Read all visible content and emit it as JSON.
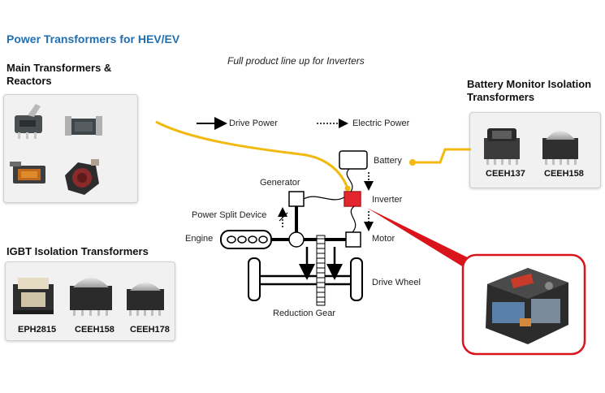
{
  "title": "Power Transformers for HEV/EV",
  "subtitle": "Full product line up for Inverters",
  "main_group": {
    "heading_line1": "Main Transformers &",
    "heading_line2": "Reactors"
  },
  "battery_group": {
    "heading_line1": "Battery Monitor Isolation",
    "heading_line2": "Transformers",
    "products": [
      "CEEH137",
      "CEEH158"
    ]
  },
  "igbt_group": {
    "heading": "IGBT Isolation Transformers",
    "products": [
      "EPH2815",
      "CEEH158",
      "CEEH178"
    ]
  },
  "legend": {
    "drive_power": "Drive Power",
    "electric_power": "Electric Power"
  },
  "diagram": {
    "battery": "Battery",
    "generator": "Generator",
    "inverter": "Inverter",
    "power_split": "Power Split Device",
    "engine": "Engine",
    "motor": "Motor",
    "drive_wheel": "Drive Wheel",
    "reduction_gear": "Reduction Gear"
  },
  "colors": {
    "title_blue": "#1f6fb2",
    "callout_yellow": "#f2b90f",
    "callout_red": "#d9151b"
  }
}
